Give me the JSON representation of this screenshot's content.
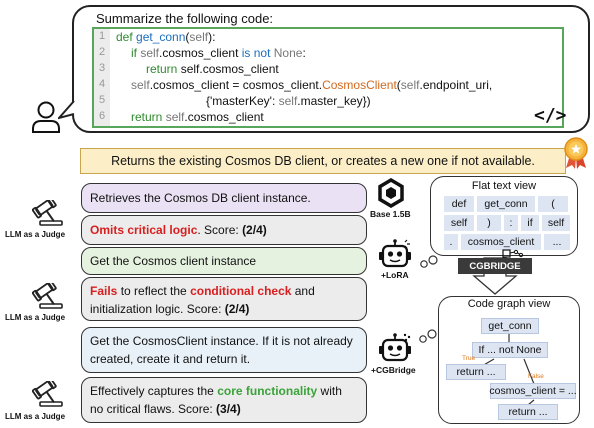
{
  "prompt": {
    "title": "Summarize the following code:",
    "line_numbers": [
      "1",
      "2",
      "3",
      "4",
      "5",
      "6"
    ],
    "code_symbol": "</>"
  },
  "code": {
    "l1": {
      "a": "def ",
      "b": "get_conn",
      "c": "(",
      "d": "self",
      "e": "):"
    },
    "l2": {
      "a": "if ",
      "b": "self",
      "c": ".cosmos_client ",
      "d": "is not ",
      "e": "None",
      "f": ":"
    },
    "l3": {
      "a": "return ",
      "b": "self.cosmos_client"
    },
    "l4": {
      "a": "self",
      "b": ".cosmos_client = cosmos_client.",
      "c": "CosmosClient",
      "d": "(",
      "e": "self",
      "f": ".endpoint_uri,"
    },
    "l5": {
      "a": "{'masterKey': ",
      "b": "self",
      "c": ".master_key})"
    },
    "l6": {
      "a": "return ",
      "b": "self",
      "c": ".cosmos_client"
    }
  },
  "summary": "Returns the existing Cosmos DB client, or creates a new one if not available.",
  "responses": {
    "base": "Retrieves the Cosmos DB client instance.",
    "lora": "Get the Cosmos client instance",
    "cgbridge": "Get the CosmosClient instance. If it is not already created, create it and return it."
  },
  "judgements": {
    "j1": {
      "red": "Omits critical logic",
      "rest": ". Score: ",
      "score": "(2/4)"
    },
    "j2": {
      "red1": "Fails",
      "mid1": " to reflect the ",
      "red2": "conditional check",
      "mid2": " and initialization logic. Score: ",
      "score": "(2/4)"
    },
    "j3": {
      "pre": "Effectively captures the ",
      "green": "core functionality",
      "mid": " with no critical flaws. Score: ",
      "score": "(3/4)"
    }
  },
  "judge_label": "LLM as a Judge",
  "models": {
    "base": "Base 1.5B",
    "lora": "+LoRA",
    "cgbridge": "+CGBridge"
  },
  "flat_view": {
    "title": "Flat text view",
    "tokens": [
      "def",
      "get_conn",
      "(",
      "self",
      ")",
      ":",
      "if",
      "self",
      ".",
      "cosmos_client",
      "..."
    ]
  },
  "cgbridge_label": "CGBRIDGE",
  "graph_view": {
    "title": "Code graph view",
    "nodes": [
      "get_conn",
      "If ... not None",
      "return ...",
      "cosmos_client = ...",
      "return ..."
    ],
    "true_label": "True",
    "false_label": "False"
  },
  "colors": {
    "code_border": "#58a55c",
    "summary_bg": "#fcefc8",
    "base_bg": "#eae2f4",
    "lora_bg": "#e6f2e0",
    "cgbridge_bg": "#e8f0f8",
    "judge_bg": "#ececec",
    "token_bg": "#dde5f3",
    "highlight_red": "#d81e1e",
    "highlight_green": "#3aa33a"
  }
}
